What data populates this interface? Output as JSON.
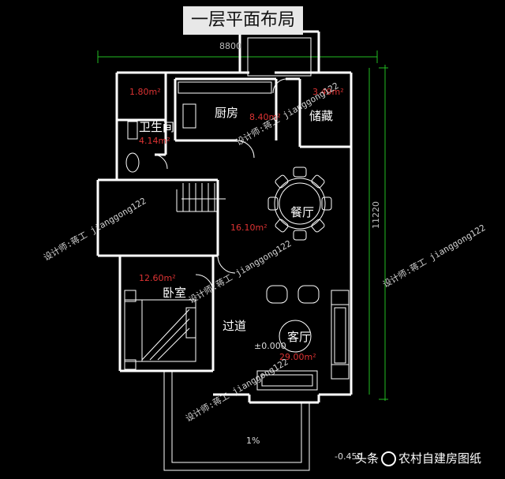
{
  "title": "一层平面布局",
  "dimensions": {
    "width": "8800",
    "height": "11220"
  },
  "rooms": {
    "bathroom_small_area": "1.80m²",
    "bathroom": {
      "label": "卫生间",
      "area": "4.14m²"
    },
    "kitchen": {
      "label": "厨房",
      "area": "8.40m²"
    },
    "storage": {
      "label": "储藏",
      "area": "3.49m²"
    },
    "dining": {
      "label": "餐厅",
      "area": "16.10m²"
    },
    "bedroom": {
      "label": "卧室",
      "area": "12.60m²"
    },
    "corridor": {
      "label": "过道"
    },
    "living": {
      "label": "客厅",
      "area": "29.00m²"
    }
  },
  "levels": {
    "floor": "±0.000",
    "outside": "-0.450"
  },
  "ramp": "1%",
  "watermark": "设计师:蒋工 jianggong122",
  "footer": {
    "prefix": "头条",
    "author": "农村自建房图纸"
  },
  "colors": {
    "wall": "#ffffff",
    "furniture": "#ffffff",
    "area_text": "#dd3333",
    "dim_line": "#22bb33"
  }
}
